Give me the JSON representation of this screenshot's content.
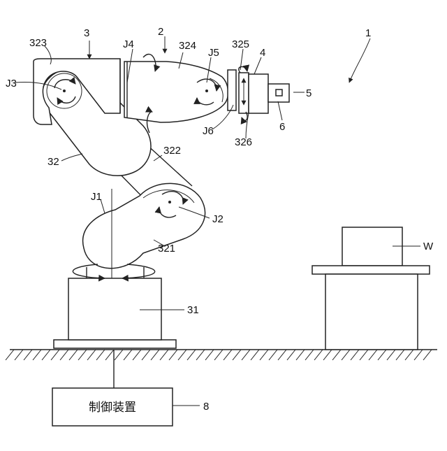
{
  "labels": {
    "robot": "1",
    "arm": "2",
    "upper_block": "3",
    "tool": "4",
    "tool_tip": "5",
    "sensor": "6",
    "controller_ref": "8",
    "base": "31",
    "lower_arm": "32",
    "link_321": "321",
    "link_322": "322",
    "link_323": "323",
    "link_324": "324",
    "link_325": "325",
    "link_326": "326",
    "j1": "J1",
    "j2": "J2",
    "j3": "J3",
    "j4": "J4",
    "j5": "J5",
    "j6": "J6",
    "workpiece": "W"
  },
  "controller_text": "制御装置"
}
